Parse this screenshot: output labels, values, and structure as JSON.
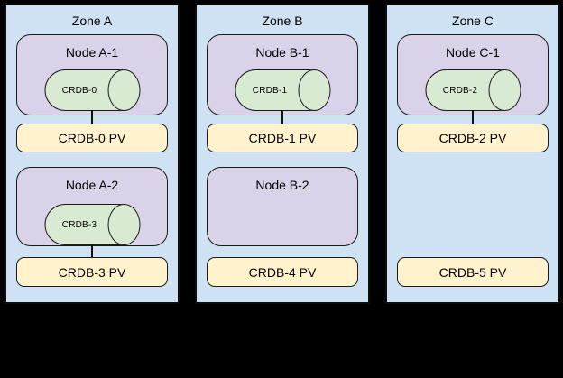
{
  "diagram": {
    "colors": {
      "background": "#000000",
      "zone_fill": "#cfe2f3",
      "node_fill": "#d9d2e9",
      "pod_fill": "#d9ead3",
      "pv_fill": "#fff2cc",
      "border": "#1a1a1a"
    },
    "zones": [
      {
        "label": "Zone A",
        "rows": [
          {
            "node": "Node A-1",
            "pod": "CRDB-0",
            "pv": "CRDB-0 PV",
            "connected": true
          },
          {
            "node": "Node A-2",
            "pod": "CRDB-3",
            "pv": "CRDB-3 PV",
            "connected": true
          }
        ]
      },
      {
        "label": "Zone B",
        "rows": [
          {
            "node": "Node B-1",
            "pod": "CRDB-1",
            "pv": "CRDB-1 PV",
            "connected": true
          },
          {
            "node": "Node B-2",
            "pod": "",
            "pv": "CRDB-4 PV",
            "connected": false
          }
        ]
      },
      {
        "label": "Zone C",
        "rows": [
          {
            "node": "Node C-1",
            "pod": "CRDB-2",
            "pv": "CRDB-2 PV",
            "connected": true
          },
          {
            "node": "",
            "pod": "",
            "pv": "CRDB-5 PV",
            "connected": false
          }
        ]
      }
    ]
  }
}
